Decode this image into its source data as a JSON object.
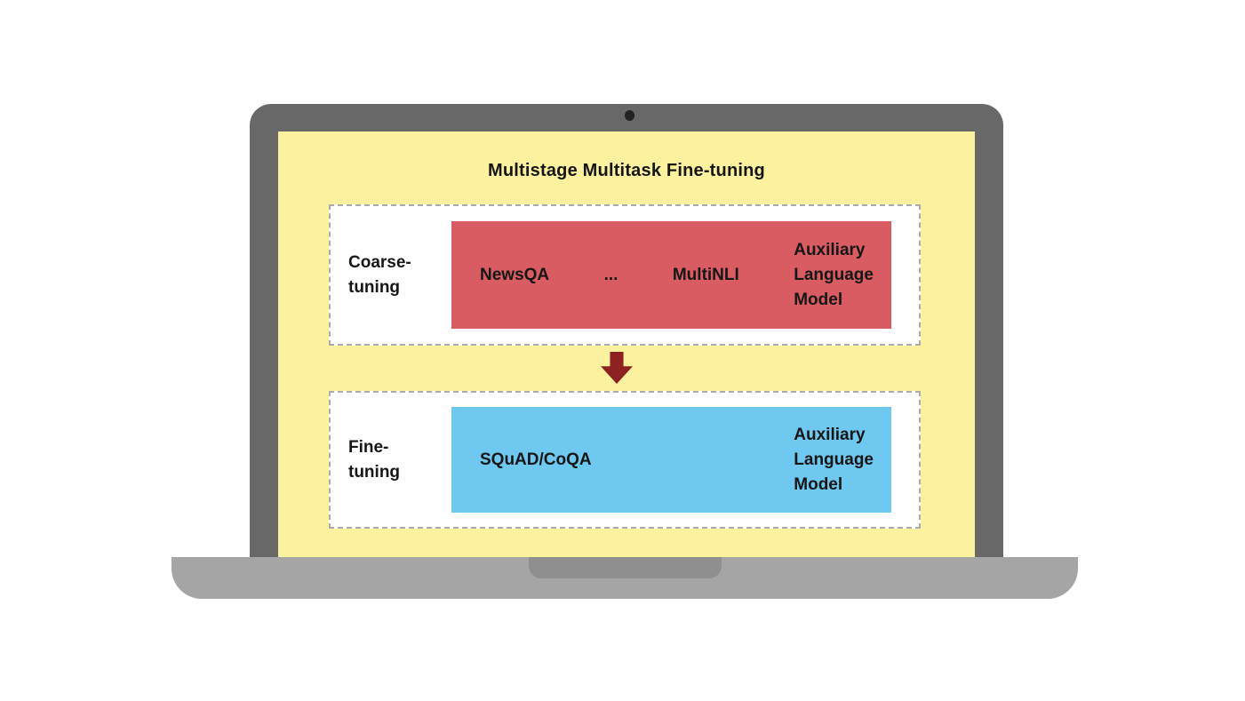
{
  "title": "Multistage Multitask Fine-tuning",
  "stages": [
    {
      "label": "Coarse-\ntuning",
      "tasks": [
        "NewsQA",
        "...",
        "MultiNLI"
      ],
      "aux": "Auxiliary\nLanguage\nModel"
    },
    {
      "label": "Fine-\ntuning",
      "tasks": [
        "SQuAD/CoQA"
      ],
      "aux": "Auxiliary\nLanguage\nModel"
    }
  ],
  "icons": {
    "camera": "camera-dot",
    "flow_arrow": "down-arrow"
  },
  "colors": {
    "screen_bg": "#FBF19E",
    "frame_gray": "#686868",
    "base_gray": "#A5A5A5",
    "notch_gray": "#8F8F8F",
    "coarse_stage_red": "#D85C62",
    "fine_stage_blue": "#6EC8EF",
    "arrow_maroon": "#8E2222",
    "dashed_border_gray": "#ABABAB"
  }
}
